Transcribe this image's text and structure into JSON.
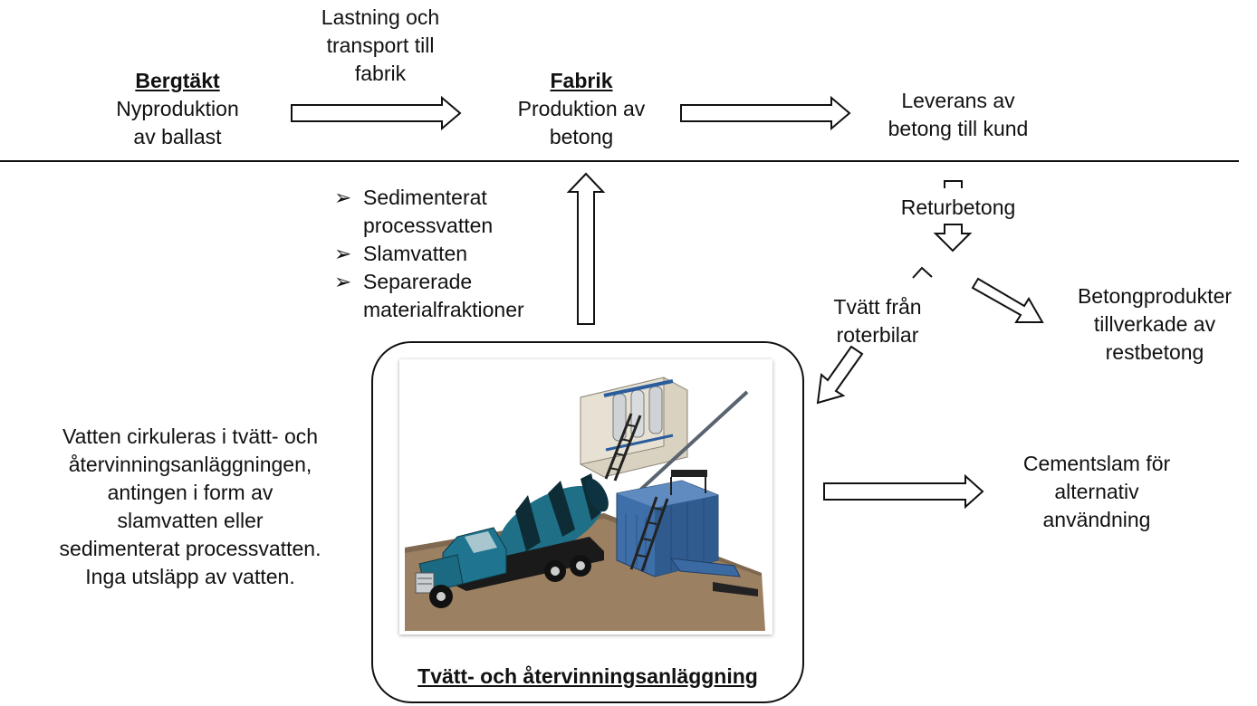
{
  "quarry": {
    "title": "Bergtäkt",
    "line1": "Nyproduktion",
    "line2": "av ballast"
  },
  "transport": {
    "line1": "Lastning och",
    "line2": "transport till",
    "line3": "fabrik"
  },
  "factory": {
    "title": "Fabrik",
    "line1": "Produktion av",
    "line2": "betong"
  },
  "delivery": {
    "line1": "Leverans av",
    "line2": "betong till kund"
  },
  "returned": {
    "label": "Returbetong"
  },
  "wash": {
    "line1": "Tvätt från",
    "line2": "roterbilar"
  },
  "products": {
    "line1": "Betongprodukter",
    "line2": "tillverkade av",
    "line3": "restbetong"
  },
  "sludge": {
    "line1": "Cementslam för",
    "line2": "alternativ",
    "line3": "användning"
  },
  "water_note": {
    "line1": "Vatten cirkuleras i tvätt- och",
    "line2": "återvinningsanläggningen,",
    "line3": "antingen i form av",
    "line4": "slamvatten eller",
    "line5": "sedimenterat processvatten.",
    "line6": "Inga utsläpp av vatten."
  },
  "recovered": {
    "marker": "➢",
    "items": [
      {
        "line1": "Sedimenterat",
        "line2": "processvatten"
      },
      {
        "line1": "Slamvatten"
      },
      {
        "line1": "Separerade",
        "line2": "materialfraktioner"
      }
    ]
  },
  "plant": {
    "caption": "Tvätt- och återvinningsanläggning"
  },
  "colors": {
    "line": "#111111",
    "truck": "#1f6f86",
    "container": "#3e6fa8",
    "ground": "#9b8062"
  }
}
